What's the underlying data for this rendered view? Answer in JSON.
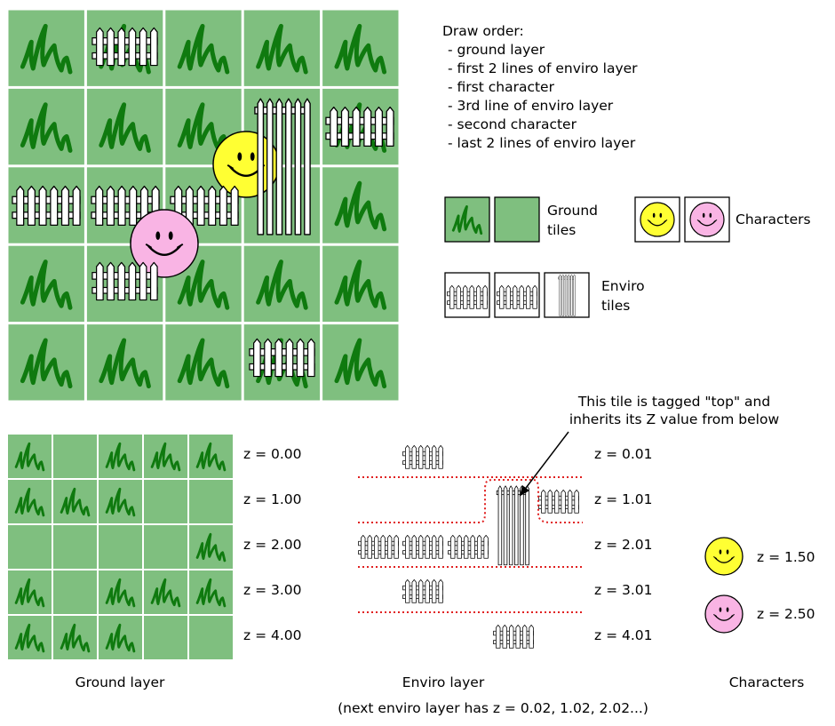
{
  "draw_order": {
    "heading": "Draw order:",
    "items": [
      "- ground layer",
      "- first 2 lines of enviro layer",
      "- first character",
      "- 3rd line of enviro layer",
      "- second character",
      "- last 2 lines of enviro layer"
    ]
  },
  "legend": {
    "ground_tiles": "Ground\ntiles",
    "characters": "Characters",
    "enviro_tiles": "Enviro\ntiles"
  },
  "annotation": {
    "line1": "This tile is tagged \"top\" and",
    "line2": "inherits its Z value from below"
  },
  "ground_z": [
    "z = 0.00",
    "z = 1.00",
    "z = 2.00",
    "z = 3.00",
    "z = 4.00"
  ],
  "enviro_z": [
    "z = 0.01",
    "z = 1.01",
    "z = 2.01",
    "z = 3.01",
    "z = 4.01"
  ],
  "character_z": [
    "z = 1.50",
    "z = 2.50"
  ],
  "captions": {
    "ground": "Ground layer",
    "enviro": "Enviro layer",
    "characters": "Characters",
    "note": "(next enviro layer has z = 0.02, 1.02, 2.02...)"
  },
  "colors": {
    "tile_green": "#7fbf7f",
    "grass": "#0f7a0f",
    "yellow_char": "#ffff33",
    "pink_char": "#f9b4e4",
    "dotted_line": "#e02020"
  },
  "grids": {
    "composite": [
      [
        "grass",
        "grass",
        "grass",
        "grass",
        "grass"
      ],
      [
        "grass",
        "grass",
        "grass",
        "plain",
        "grass"
      ],
      [
        "plain",
        "plain",
        "plain",
        "plain",
        "grass"
      ],
      [
        "grass",
        "plain",
        "grass",
        "grass",
        "grass"
      ],
      [
        "grass",
        "grass",
        "grass",
        "grass",
        "grass"
      ]
    ],
    "ground": [
      [
        "grass",
        "plain",
        "grass",
        "grass",
        "grass"
      ],
      [
        "grass",
        "grass",
        "grass",
        "plain",
        "plain"
      ],
      [
        "plain",
        "plain",
        "plain",
        "plain",
        "grass"
      ],
      [
        "grass",
        "plain",
        "grass",
        "grass",
        "grass"
      ],
      [
        "grass",
        "grass",
        "grass",
        "plain",
        "plain"
      ]
    ]
  }
}
